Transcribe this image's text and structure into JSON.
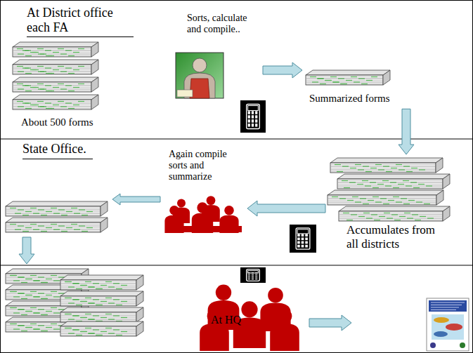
{
  "diagram": {
    "nodes": [
      {
        "text": [
          "At District office each FA"
        ]
      },
      {
        "text": [
          "About 500 forms"
        ],
        "in": 0
      },
      {
        "text": [
          "Sorts, calculate and compile.."
        ],
        "in": 0
      },
      {
        "text": [
          "Summarized forms"
        ],
        "in": 0
      },
      {
        "text": [
          "State Office."
        ]
      },
      {
        "text": [
          "Accumulates from all districts"
        ],
        "in": 4
      },
      {
        "text": [
          "Again compile sorts and summarize"
        ],
        "in": 4
      },
      {
        "text": [
          "At HQ"
        ]
      }
    ],
    "edges": [
      {
        "from": 2,
        "to": 3,
        "arrow": "to"
      },
      {
        "from": 3,
        "to": 5,
        "arrow": "to"
      },
      {
        "from": 5,
        "to": 6,
        "arrow": "to"
      }
    ]
  }
}
